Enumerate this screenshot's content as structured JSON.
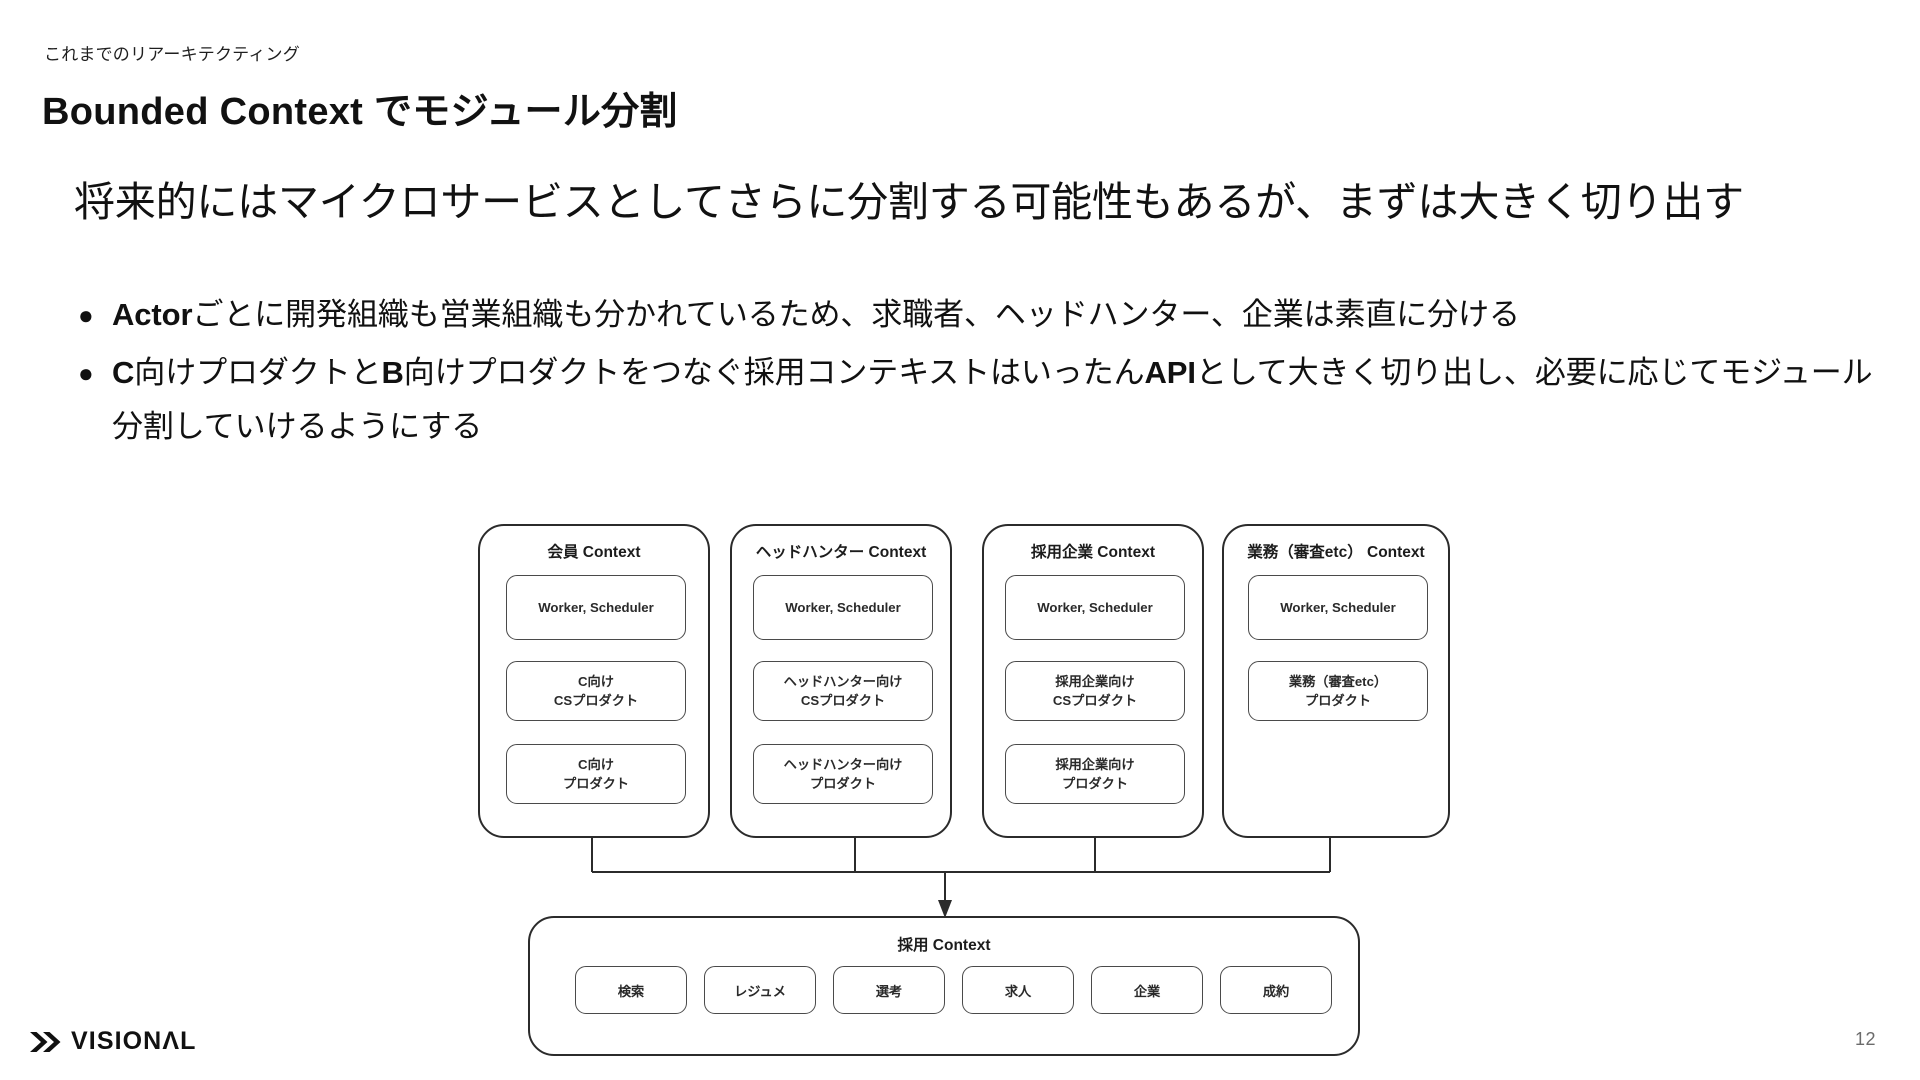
{
  "header": {
    "eyebrow": "これまでのリアーキテクティング",
    "title": "Bounded Context でモジュール分割"
  },
  "lead": "将来的にはマイクロサービスとしてさらに分割する可能性もあるが、まずは大きく切り出す",
  "bullets": [
    {
      "marker": "●",
      "segments": [
        {
          "text": "Actor",
          "bold": true
        },
        {
          "text": "ごとに開発組織も営業組織も分かれているため、求職者、ヘッドハンター、企業は素直に分ける",
          "bold": false
        }
      ]
    },
    {
      "marker": "●",
      "segments": [
        {
          "text": "C",
          "bold": true
        },
        {
          "text": "向けプロダクトと",
          "bold": false
        },
        {
          "text": "B",
          "bold": true
        },
        {
          "text": "向けプロダクトをつなぐ採用コンテキストはいったん",
          "bold": false
        },
        {
          "text": "API",
          "bold": true
        },
        {
          "text": "として大きく切り出し、必要に応じてモジュール分割していけるようにする",
          "bold": false
        }
      ]
    }
  ],
  "diagram": {
    "contexts": [
      {
        "title": "会員 Context",
        "modules": [
          "Worker, Scheduler",
          "C向け\nCSプロダクト",
          "C向け\nプロダクト"
        ]
      },
      {
        "title": "ヘッドハンター Context",
        "modules": [
          "Worker, Scheduler",
          "ヘッドハンター向け\nCSプロダクト",
          "ヘッドハンター向け\nプロダクト"
        ]
      },
      {
        "title": "採用企業 Context",
        "modules": [
          "Worker, Scheduler",
          "採用企業向け\nCSプロダクト",
          "採用企業向け\nプロダクト"
        ]
      },
      {
        "title": "業務（審査etc） Context",
        "modules": [
          "Worker, Scheduler",
          "業務（審査etc）\nプロダクト"
        ]
      }
    ],
    "bottom_context": {
      "title": "採用 Context",
      "chips": [
        "検索",
        "レジュメ",
        "選考",
        "求人",
        "企業",
        "成約"
      ]
    }
  },
  "footer": {
    "logo_text": "VISIONΛL",
    "page_number": "12"
  },
  "colors": {
    "text": "#111111",
    "box_border": "#2b2b2b",
    "sub_border": "#4a4a4a",
    "page_number": "#6b6b6b",
    "background": "#ffffff"
  }
}
